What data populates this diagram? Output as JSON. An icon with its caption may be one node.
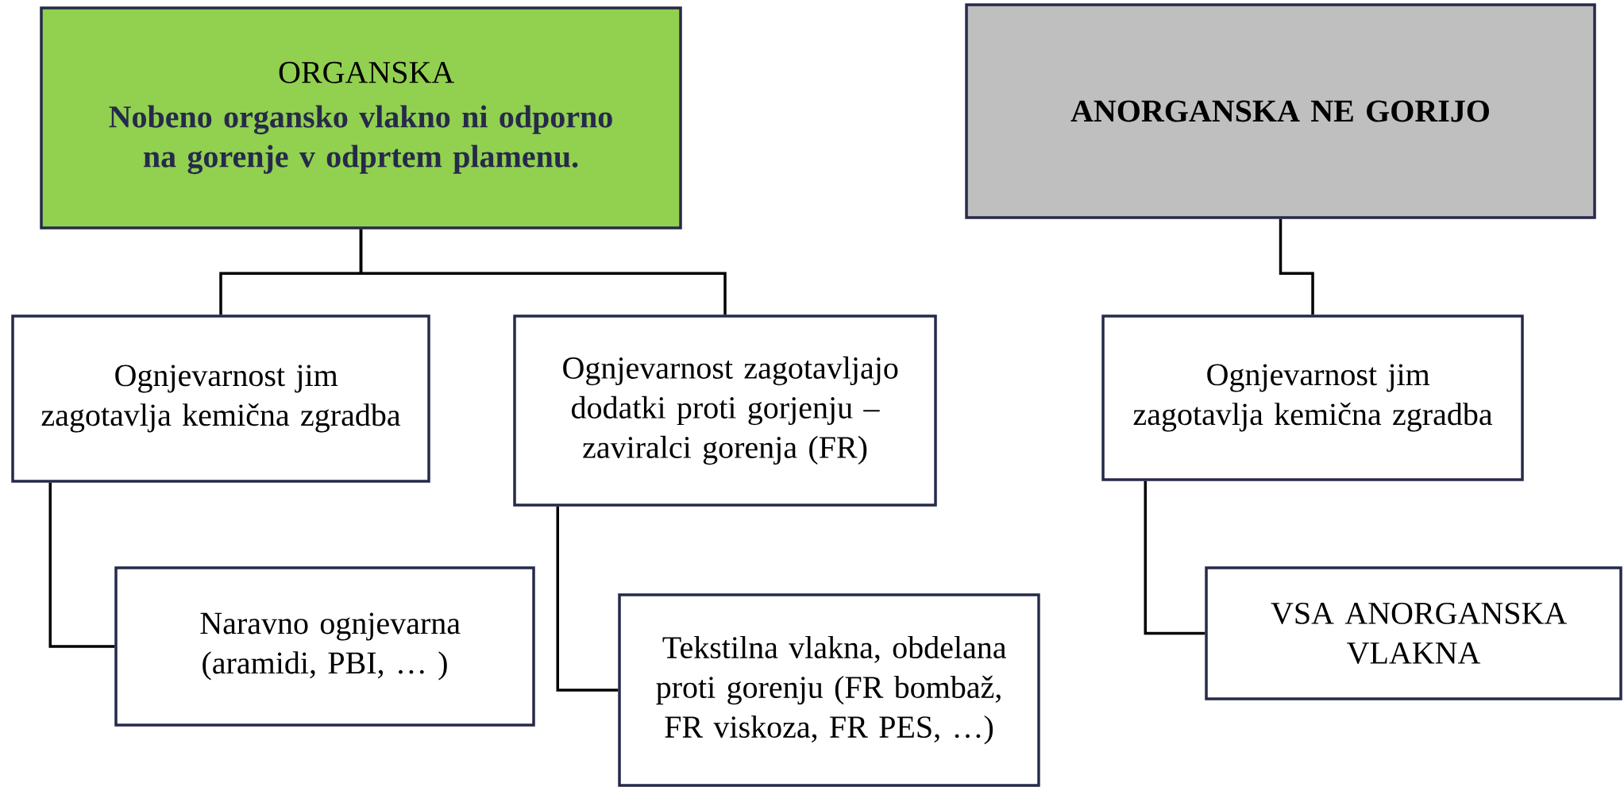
{
  "diagram": {
    "nodes": [
      {
        "text": [
          "ORGANSKA",
          "Nobeno organsko vlakno ni odporno na gorenje v odprtem plamenu."
        ]
      },
      {
        "text": [
          "ANORGANSKA NE GORIJO"
        ]
      },
      {
        "text": [
          "Ognjevarnost jim zagotavlja kemična zgradba"
        ]
      },
      {
        "text": [
          "Ognjevarnost zagotavljajo dodatki proti gorjenju – zaviralci gorenja (FR)"
        ]
      },
      {
        "text": [
          "Ognjevarnost jim zagotavlja kemična zgradba"
        ]
      },
      {
        "text": [
          "Naravno ognjevarna (aramidi, PBI, … )"
        ]
      },
      {
        "text": [
          "Tekstilna vlakna, obdelana proti gorenju (FR bombaž, FR viskoza, FR PES, …)"
        ]
      },
      {
        "text": [
          "VSA ANORGANSKA VLAKNA"
        ]
      }
    ],
    "edges": [
      {
        "from": 0,
        "to": 2,
        "arrow": "none"
      },
      {
        "from": 0,
        "to": 3,
        "arrow": "none"
      },
      {
        "from": 1,
        "to": 4,
        "arrow": "none"
      },
      {
        "from": 2,
        "to": 5,
        "arrow": "none"
      },
      {
        "from": 3,
        "to": 6,
        "arrow": "none"
      },
      {
        "from": 4,
        "to": 7,
        "arrow": "none"
      }
    ]
  }
}
